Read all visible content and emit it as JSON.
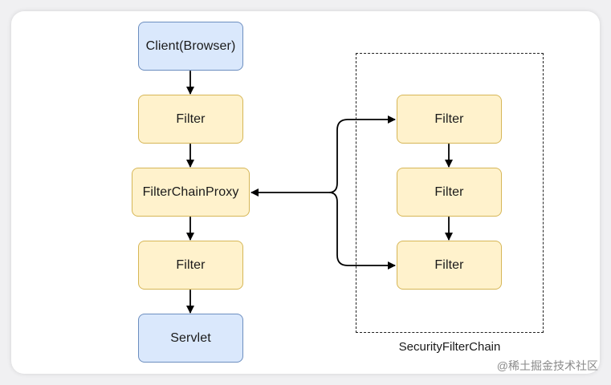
{
  "nodes": {
    "client": "Client(Browser)",
    "filter_top": "Filter",
    "proxy": "FilterChainProxy",
    "filter_bottom": "Filter",
    "servlet": "Servlet",
    "chain_filter_1": "Filter",
    "chain_filter_2": "Filter",
    "chain_filter_3": "Filter"
  },
  "group": {
    "label": "SecurityFilterChain"
  },
  "watermark": "@稀土掘金技术社区",
  "colors": {
    "blue_fill": "#dae8fc",
    "blue_stroke": "#6c8ebf",
    "yellow_fill": "#fff2cc",
    "yellow_stroke": "#d6b656"
  }
}
